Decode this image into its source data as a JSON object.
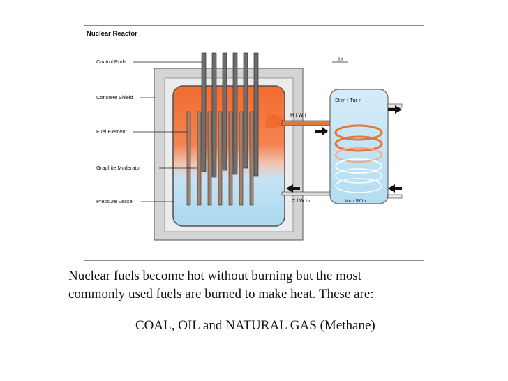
{
  "diagram": {
    "title": "Nuclear Reactor",
    "labels": {
      "control_rods": "Control Rods",
      "concrete_shield": "Concrete Shield",
      "fuel_element": "Fuel Element",
      "graphite_moderator": "Graphite Moderator",
      "pressure_vessel": "Pressure Vessel",
      "hot_water": "H   t   W  t  r",
      "cold_water": "C    l W  t  r",
      "steam_turbine": "St    m t  Tur   n",
      "air": "I  r",
      "return_water": "turn     W  t  r"
    },
    "colors": {
      "hot": "#f26b2e",
      "cold": "#b9dff3",
      "vessel": "#c9c9c9",
      "pipe": "#e0783a",
      "rod": "#a7806a",
      "arrow": "#111111"
    }
  },
  "caption": {
    "line1": "Nuclear fuels become hot without burning but the most",
    "line2": "commonly used fuels are burned to make heat. These are:",
    "line3": "COAL,  OIL and  NATURAL GAS (Methane)"
  }
}
